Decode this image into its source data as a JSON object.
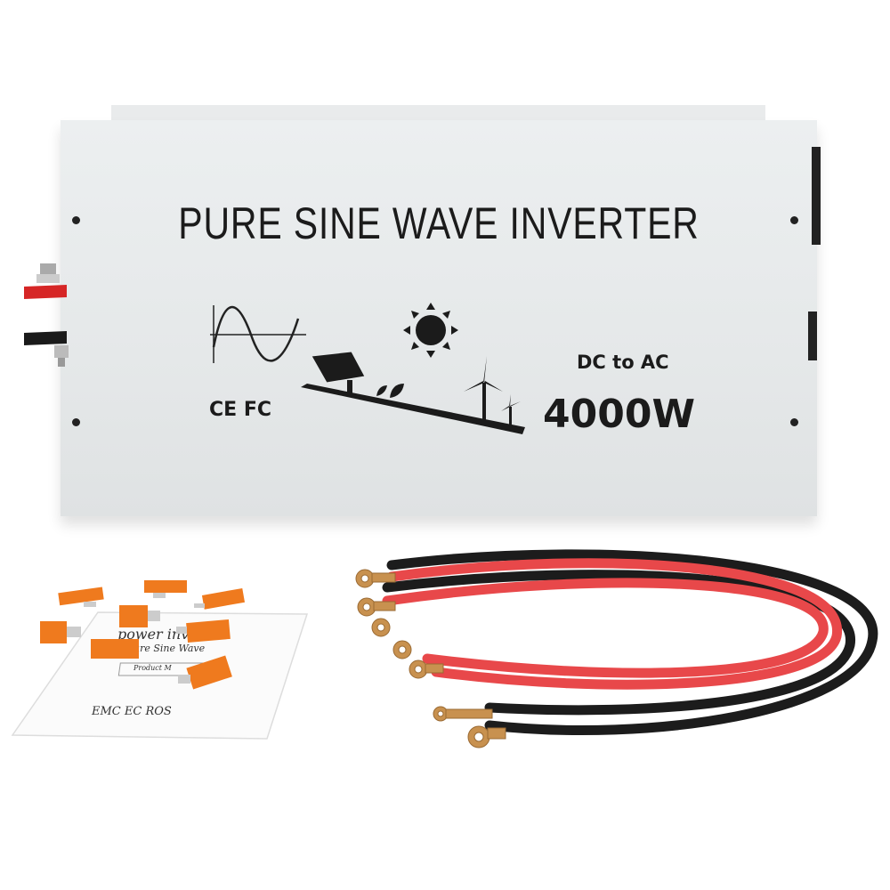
{
  "product": {
    "title": "PURE SINE WAVE INVERTER",
    "conversion": "DC to AC",
    "power": "4000W",
    "certifications": "CE FC"
  },
  "manual": {
    "line1": "power inverter",
    "line2": "ure Sine Wave",
    "box": "Product M",
    "footer": "EMC  EC ROS"
  },
  "colors": {
    "panel": "#e6e9ea",
    "red_cable": "#e8484a",
    "black_cable": "#1c1c1c",
    "fuse": "#ef7a1e",
    "lug": "#c8914f"
  }
}
